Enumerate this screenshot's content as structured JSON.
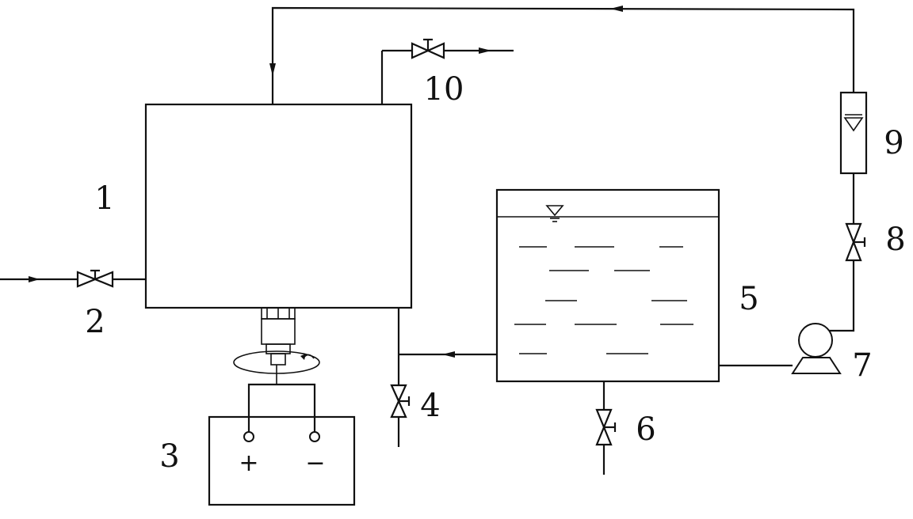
{
  "diagram": {
    "labels": {
      "tank_1": "1",
      "valve_2": "2",
      "power_supply_3": "3",
      "valve_4": "4",
      "tank_5": "5",
      "valve_6": "6",
      "pump_7": "7",
      "valve_8": "8",
      "flowmeter_9": "9",
      "valve_10": "10"
    },
    "power_supply": {
      "positive": "+",
      "negative": "−"
    },
    "colors": {
      "line": "#111111",
      "background": "#ffffff"
    }
  }
}
